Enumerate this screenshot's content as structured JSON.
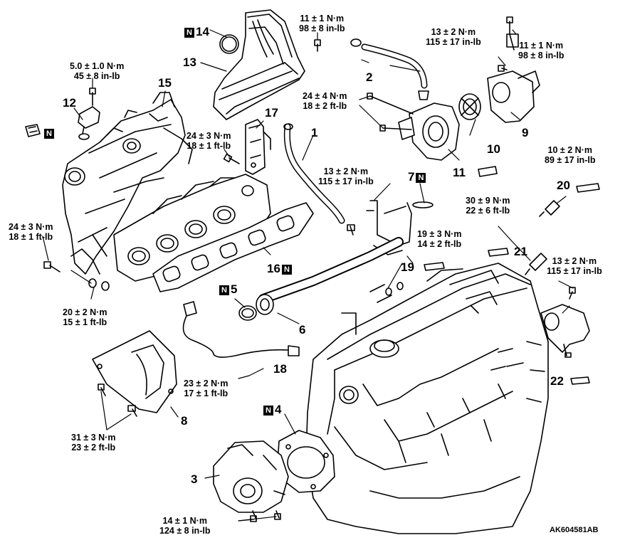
{
  "part_numbers": {
    "p1": "1",
    "p2": "2",
    "p3": "3",
    "p4": "4",
    "p5": "5",
    "p6": "6",
    "p7": "7",
    "p8": "8",
    "p9": "9",
    "p10": "10",
    "p11": "11",
    "p12": "12",
    "p13": "13",
    "p14": "14",
    "p15": "15",
    "p16": "16",
    "p17": "17",
    "p18": "18",
    "p19": "19",
    "p20": "20",
    "p21": "21",
    "p22": "22"
  },
  "new_part_marker": "N",
  "torques": {
    "t1": [
      "11 ± 1 N·m",
      "98 ± 8 in-lb"
    ],
    "t2": [
      "13 ± 2 N·m",
      "115 ± 17 in-lb"
    ],
    "t3": [
      "11 ± 1 N·m",
      "98 ± 8 in-lb"
    ],
    "t4": [
      "5.0 ± 1.0 N·m",
      "45 ± 8 in-lb"
    ],
    "t5": [
      "24 ± 4 N·m",
      "18 ± 2 ft-lb"
    ],
    "t6": [
      "24 ± 3 N·m",
      "18 ± 1 ft-lb"
    ],
    "t7": [
      "10 ± 2 N·m",
      "89 ± 17 in-lb"
    ],
    "t8": [
      "13 ± 2 N·m",
      "115 ± 17 in-lb"
    ],
    "t9": [
      "30 ± 9 N·m",
      "22 ± 6 ft-lb"
    ],
    "t10": [
      "24 ± 3 N·m",
      "18 ± 1 ft-lb"
    ],
    "t11": [
      "19 ± 3 N·m",
      "14 ± 2 ft-lb"
    ],
    "t12": [
      "13 ± 2 N·m",
      "115 ± 17 in-lb"
    ],
    "t13": [
      "20 ± 2 N·m",
      "15 ± 1 ft-lb"
    ],
    "t14": [
      "23 ± 2 N·m",
      "17 ± 1 ft-lb"
    ],
    "t15": [
      "31 ± 3 N·m",
      "23 ± 2 ft-lb"
    ],
    "t16": [
      "14 ± 1 N·m",
      "124 ± 8 in-lb"
    ]
  },
  "figure_code": "AK604581AB"
}
